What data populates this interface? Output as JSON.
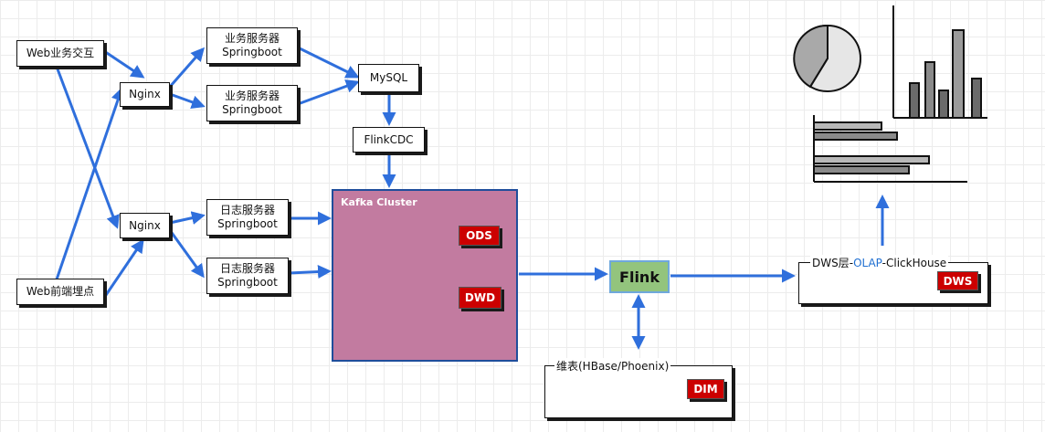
{
  "nodes": {
    "web_interaction": "Web业务交互",
    "web_tracking": "Web前端埋点",
    "nginx_top": "Nginx",
    "nginx_bottom": "Nginx",
    "biz_server_1": {
      "line1": "业务服务器",
      "line2": "Springboot"
    },
    "biz_server_2": {
      "line1": "业务服务器",
      "line2": "Springboot"
    },
    "log_server_1": {
      "line1": "日志服务器",
      "line2": "Springboot"
    },
    "log_server_2": {
      "line1": "日志服务器",
      "line2": "Springboot"
    },
    "mysql": "MySQL",
    "flinkcdc": "FlinkCDC",
    "kafka_title": "Kafka Cluster",
    "ods": "ODS",
    "dwd": "DWD",
    "flink": "Flink",
    "dws_label_pre": "DWS层-",
    "dws_label_olap": "OLAP",
    "dws_label_post": "-ClickHouse",
    "dws": "DWS",
    "dim_label": "维表(HBase/Phoenix)",
    "dim": "DIM"
  },
  "colors": {
    "arrow": "#2f6fdc",
    "kafka_fill": "#c27ba0",
    "kafka_border": "#1f4e9b",
    "tag_red": "#cc0000",
    "flink_fill": "#93c47d",
    "flink_border": "#6fa8dc"
  },
  "icons": [
    "pie-chart-icon",
    "vertical-bar-chart-icon",
    "horizontal-bar-chart-icon"
  ]
}
